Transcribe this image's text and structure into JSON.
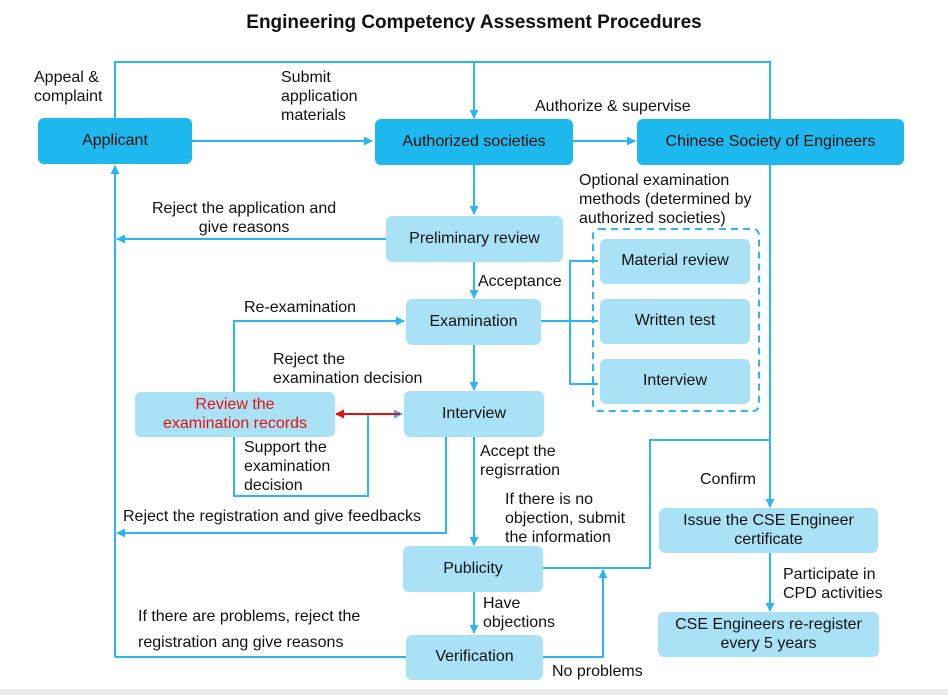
{
  "title": "Engineering Competency Assessment Procedures",
  "colors": {
    "connector": "#29b6f2",
    "highlight_arrow": "#e8100c",
    "primary_box": "#1cb8ee",
    "secondary_box": "#a9e2f7",
    "alert_text": "#e8100c"
  },
  "boxes": {
    "applicant": "Applicant",
    "authorized_societies": "Authorized societies",
    "cse": "Chinese Society of Engineers",
    "preliminary_review": "Preliminary review",
    "examination": "Examination",
    "interview": "Interview",
    "review_records": [
      "Review the",
      "examination records"
    ],
    "publicity": "Publicity",
    "verification": "Verification",
    "material_review": "Material review",
    "written_test": "Written test",
    "interview_option": "Interview",
    "issue_certificate": [
      "Issue the CSE Engineer",
      "certificate"
    ],
    "reregister": [
      "CSE Engineers re-register",
      "every 5 years"
    ]
  },
  "labels": {
    "appeal": [
      "Appeal &",
      "complaint"
    ],
    "submit": [
      "Submit",
      "application",
      "materials"
    ],
    "authorize": "Authorize & supervise",
    "optional": [
      "Optional examination",
      "methods (determined by",
      "authorized societies)"
    ],
    "reject_application": [
      "Reject the application and",
      "give reasons"
    ],
    "acceptance": "Acceptance",
    "reexamination": "Re-examination",
    "reject_decision": [
      "Reject the",
      "examination decision"
    ],
    "support": [
      "Support the",
      "examination",
      "decision"
    ],
    "accept_registration": [
      "Accept the",
      "regisrration"
    ],
    "no_objection": [
      "If there is no",
      "objection, submit",
      "the information"
    ],
    "reject_registration": "Reject the registration and give feedbacks",
    "confirm": "Confirm",
    "participate": [
      "Participate in",
      "CPD activities"
    ],
    "have_objections": [
      "Have",
      "objections"
    ],
    "problems": [
      "If there are problems, reject the",
      "registration ang give reasons"
    ],
    "no_problems": "No problems"
  }
}
